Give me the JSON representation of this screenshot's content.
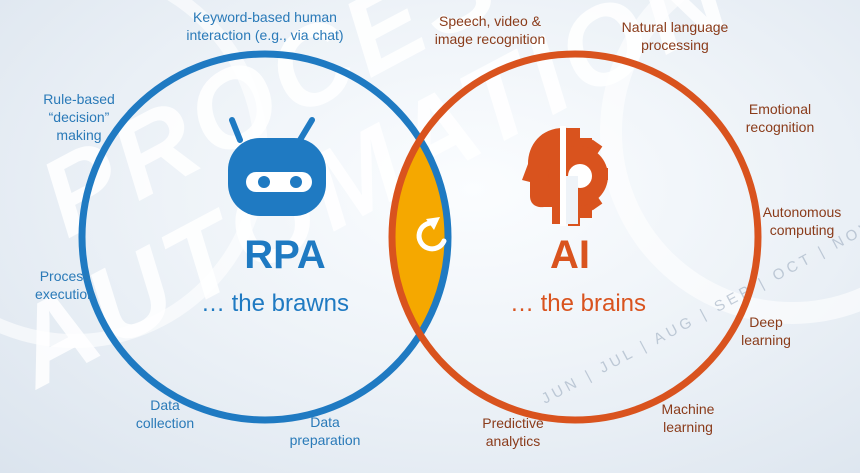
{
  "background": {
    "watermark_lines": [
      "PROCESS",
      "AUTOMATION"
    ],
    "months": "JUN | JUL | AUG | SEP | OCT | NOV |"
  },
  "colors": {
    "rpa": "#1f7ac2",
    "ai": "#d9531e",
    "overlap": "#f5a800"
  },
  "rpa": {
    "title": "RPA",
    "tagline": "… the brawns",
    "icon": "robot-head-icon"
  },
  "ai": {
    "title": "AI",
    "tagline": "… the brains",
    "icon": "head-gear-icon"
  },
  "overlap_icon": "refresh-icon",
  "rpa_labels": [
    "Keyword-based human\ninteraction (e.g., via chat)",
    "Rule-based\n“decision”\nmaking",
    "Process\nexecution",
    "Data\ncollection",
    "Data\npreparation"
  ],
  "ai_labels": [
    "Speech, video &\nimage recognition",
    "Natural language\nprocessing",
    "Emotional\nrecognition",
    "Autonomous\ncomputing",
    "Deep\nlearning",
    "Machine\nlearning",
    "Predictive\nanalytics"
  ]
}
